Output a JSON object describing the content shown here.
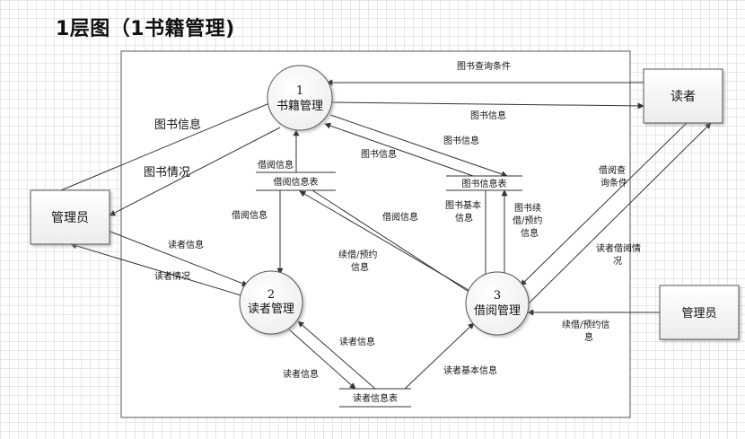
{
  "title": "1层图（1书籍管理)",
  "processes": {
    "p1": {
      "num": "1",
      "name": "书籍管理"
    },
    "p2": {
      "num": "2",
      "name": "读者管理"
    },
    "p3": {
      "num": "3",
      "name": "借阅管理"
    }
  },
  "entities": {
    "reader": "读者",
    "admin_left": "管理员",
    "admin_right": "管理员"
  },
  "stores": {
    "borrow": "借阅信息表",
    "book": "图书信息表",
    "reader": "读者信息表"
  },
  "flows": {
    "book_query": "图书查询条件",
    "book_info_top": "图书信息",
    "book_info_admin": "图书信息",
    "book_status": "图书情况",
    "book_info_1": "图书信息",
    "book_info_2": "图书信息",
    "borrow_info_up": "借阅信息",
    "borrow_info_down": "借阅信息",
    "borrow_info_diag": "借阅信息",
    "book_basic_1": "图书基本",
    "book_basic_2": "信息",
    "renew_1": "图书续",
    "renew_2": "借/预约",
    "renew_3": "信息",
    "reader_info_admin": "读者信息",
    "reader_status_admin": "读者情况",
    "renew_mid_1": "续借/预约",
    "renew_mid_2": "信息",
    "borrow_query_1": "借阅查",
    "borrow_query_2": "询条件",
    "reader_borrow_1": "读者借阅情",
    "reader_borrow_2": "况",
    "renew_admin_1": "续借/预约信",
    "renew_admin_2": "息",
    "reader_info_a": "读者信息",
    "reader_info_b": "读者信息",
    "reader_basic": "读者基本信息"
  }
}
